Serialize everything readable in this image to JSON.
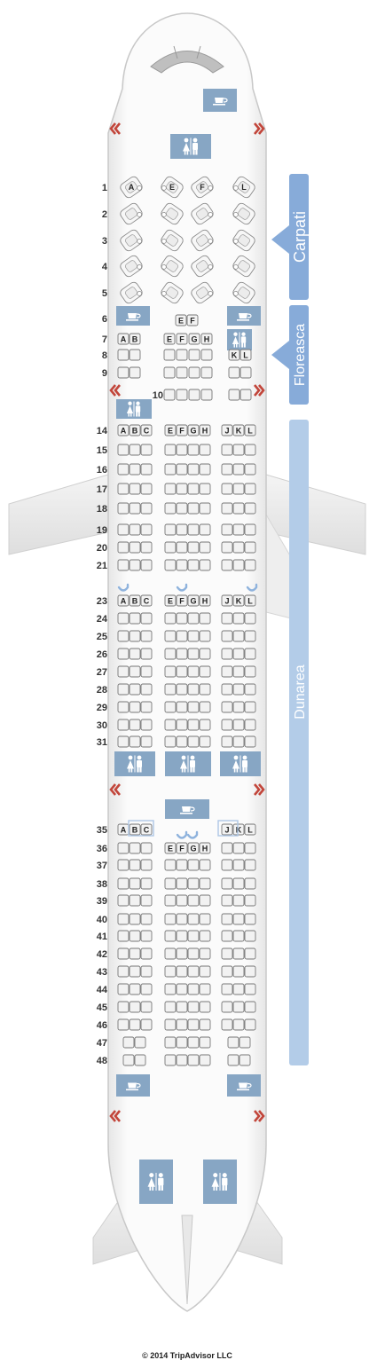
{
  "copyright": "© 2014 TripAdvisor LLC",
  "colors": {
    "facility": "#87a6c4",
    "cabin_carpati": "#87abd9",
    "cabin_floreasca": "#87abd9",
    "cabin_dunarea": "#b3cce8",
    "exit": "#c2453a",
    "seat_fill": "#f2f2f2",
    "seat_stroke": "#777777",
    "fuselage_stroke": "#c8c8c8"
  },
  "cabins": [
    {
      "name": "Carpati"
    },
    {
      "name": "Floreasca"
    },
    {
      "name": "Dunarea"
    }
  ],
  "business": {
    "rows": [
      "1",
      "2",
      "3",
      "4",
      "5"
    ],
    "top_letters": [
      "A",
      "E",
      "F",
      "L"
    ]
  },
  "row6": {
    "label": "6",
    "letters": [
      "E",
      "F"
    ]
  },
  "premium": {
    "rows": [
      {
        "label": "7",
        "left": [
          "A",
          "B"
        ],
        "center": [
          "E",
          "F",
          "G",
          "H"
        ],
        "right": []
      },
      {
        "label": "8",
        "left": [
          "",
          ""
        ],
        "center": [
          "",
          "",
          "",
          ""
        ],
        "right": [
          "K",
          "L"
        ]
      },
      {
        "label": "9",
        "left": [
          "",
          ""
        ],
        "center": [
          "",
          "",
          "",
          ""
        ],
        "right": [
          "",
          ""
        ]
      },
      {
        "label": "10",
        "left": [],
        "center": [
          "",
          "",
          "",
          ""
        ],
        "right": [
          "",
          ""
        ]
      }
    ]
  },
  "economy_rows": [
    {
      "label": "14",
      "left": [
        "A",
        "B",
        "C"
      ],
      "center": [
        "E",
        "F",
        "G",
        "H"
      ],
      "right": [
        "J",
        "K",
        "L"
      ]
    },
    {
      "label": "15"
    },
    {
      "label": "16"
    },
    {
      "label": "17"
    },
    {
      "label": "18"
    },
    {
      "label": "19"
    },
    {
      "label": "20"
    },
    {
      "label": "21"
    },
    {
      "label": "23",
      "left": [
        "A",
        "B",
        "C"
      ],
      "center": [
        "E",
        "F",
        "G",
        "H"
      ],
      "right": [
        "J",
        "K",
        "L"
      ]
    },
    {
      "label": "24"
    },
    {
      "label": "25"
    },
    {
      "label": "26"
    },
    {
      "label": "27"
    },
    {
      "label": "28"
    },
    {
      "label": "29"
    },
    {
      "label": "30"
    },
    {
      "label": "31"
    },
    {
      "label": "35",
      "left": [
        "A",
        "B",
        "C"
      ],
      "center": [],
      "right": [
        "J",
        "K",
        "L"
      ]
    },
    {
      "label": "36",
      "center": [
        "E",
        "F",
        "G",
        "H"
      ]
    },
    {
      "label": "37"
    },
    {
      "label": "38"
    },
    {
      "label": "39"
    },
    {
      "label": "40"
    },
    {
      "label": "41"
    },
    {
      "label": "42"
    },
    {
      "label": "43"
    },
    {
      "label": "44"
    },
    {
      "label": "45"
    },
    {
      "label": "46"
    },
    {
      "label": "47",
      "leftCount": 2,
      "rightCount": 2
    },
    {
      "label": "48",
      "leftCount": 2,
      "rightCount": 2
    }
  ]
}
